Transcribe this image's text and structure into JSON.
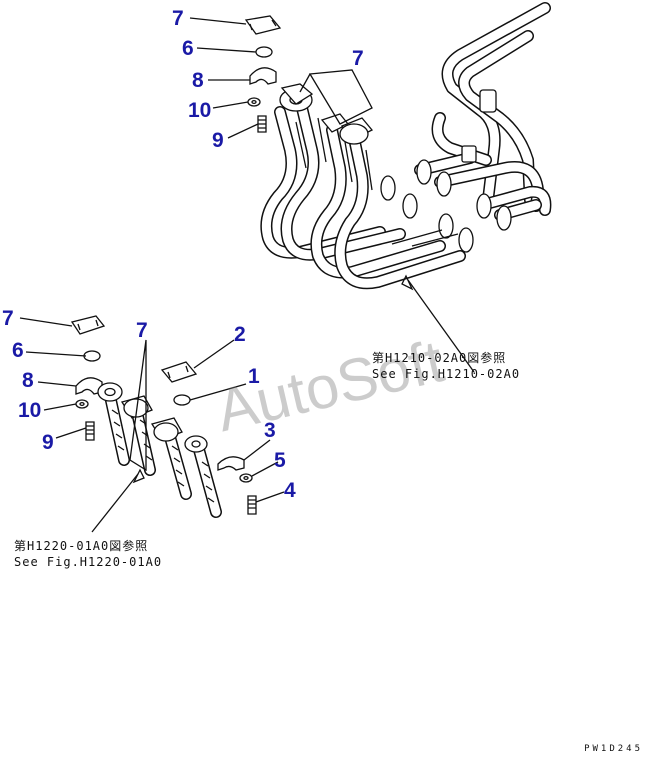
{
  "watermark": "AutoSoft",
  "drawing_code": "PW1D245",
  "upper_reference": {
    "line1": "第H1210-02A0図参照",
    "line2": "See Fig.H1210-02A0"
  },
  "lower_reference": {
    "line1": "第H1220-01A0図参照",
    "line2": "See Fig.H1220-01A0"
  },
  "callouts": {
    "upper_7a": "7",
    "upper_6": "6",
    "upper_8": "8",
    "upper_10": "10",
    "upper_9": "9",
    "upper_7b": "7",
    "lower_7a": "7",
    "lower_6": "6",
    "lower_8": "8",
    "lower_10": "10",
    "lower_9": "9",
    "lower_7b": "7",
    "lower_2": "2",
    "lower_1": "1",
    "lower_3": "3",
    "lower_5": "5",
    "lower_4": "4"
  },
  "colors": {
    "callout": "#1a1aa6",
    "line": "#111111",
    "watermark": "#787878"
  }
}
